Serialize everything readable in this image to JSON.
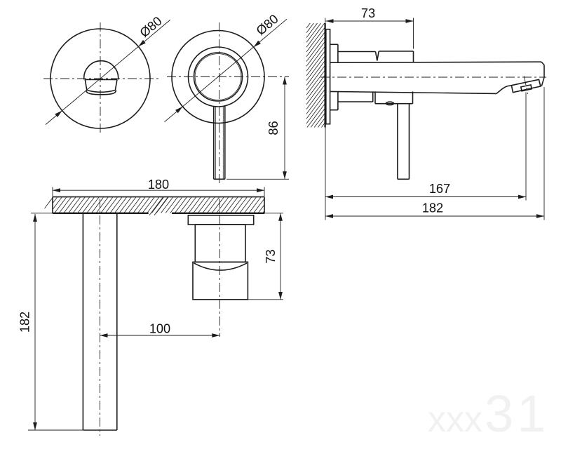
{
  "drawing": {
    "watermark": {
      "lead": "xxx",
      "tail": "31"
    },
    "dims": {
      "spout_escutcheon_diameter": "Ø80",
      "mixer_escutcheon_diameter": "Ø80",
      "mixer_handle_drop": "86",
      "wall_to_valve_depth": "73",
      "spout_outlet_reach": "167",
      "spout_total_reach": "182",
      "backplate_width": "180",
      "spout_drop": "182",
      "spout_to_handle_offset": "100",
      "handle_projection": "73"
    }
  }
}
